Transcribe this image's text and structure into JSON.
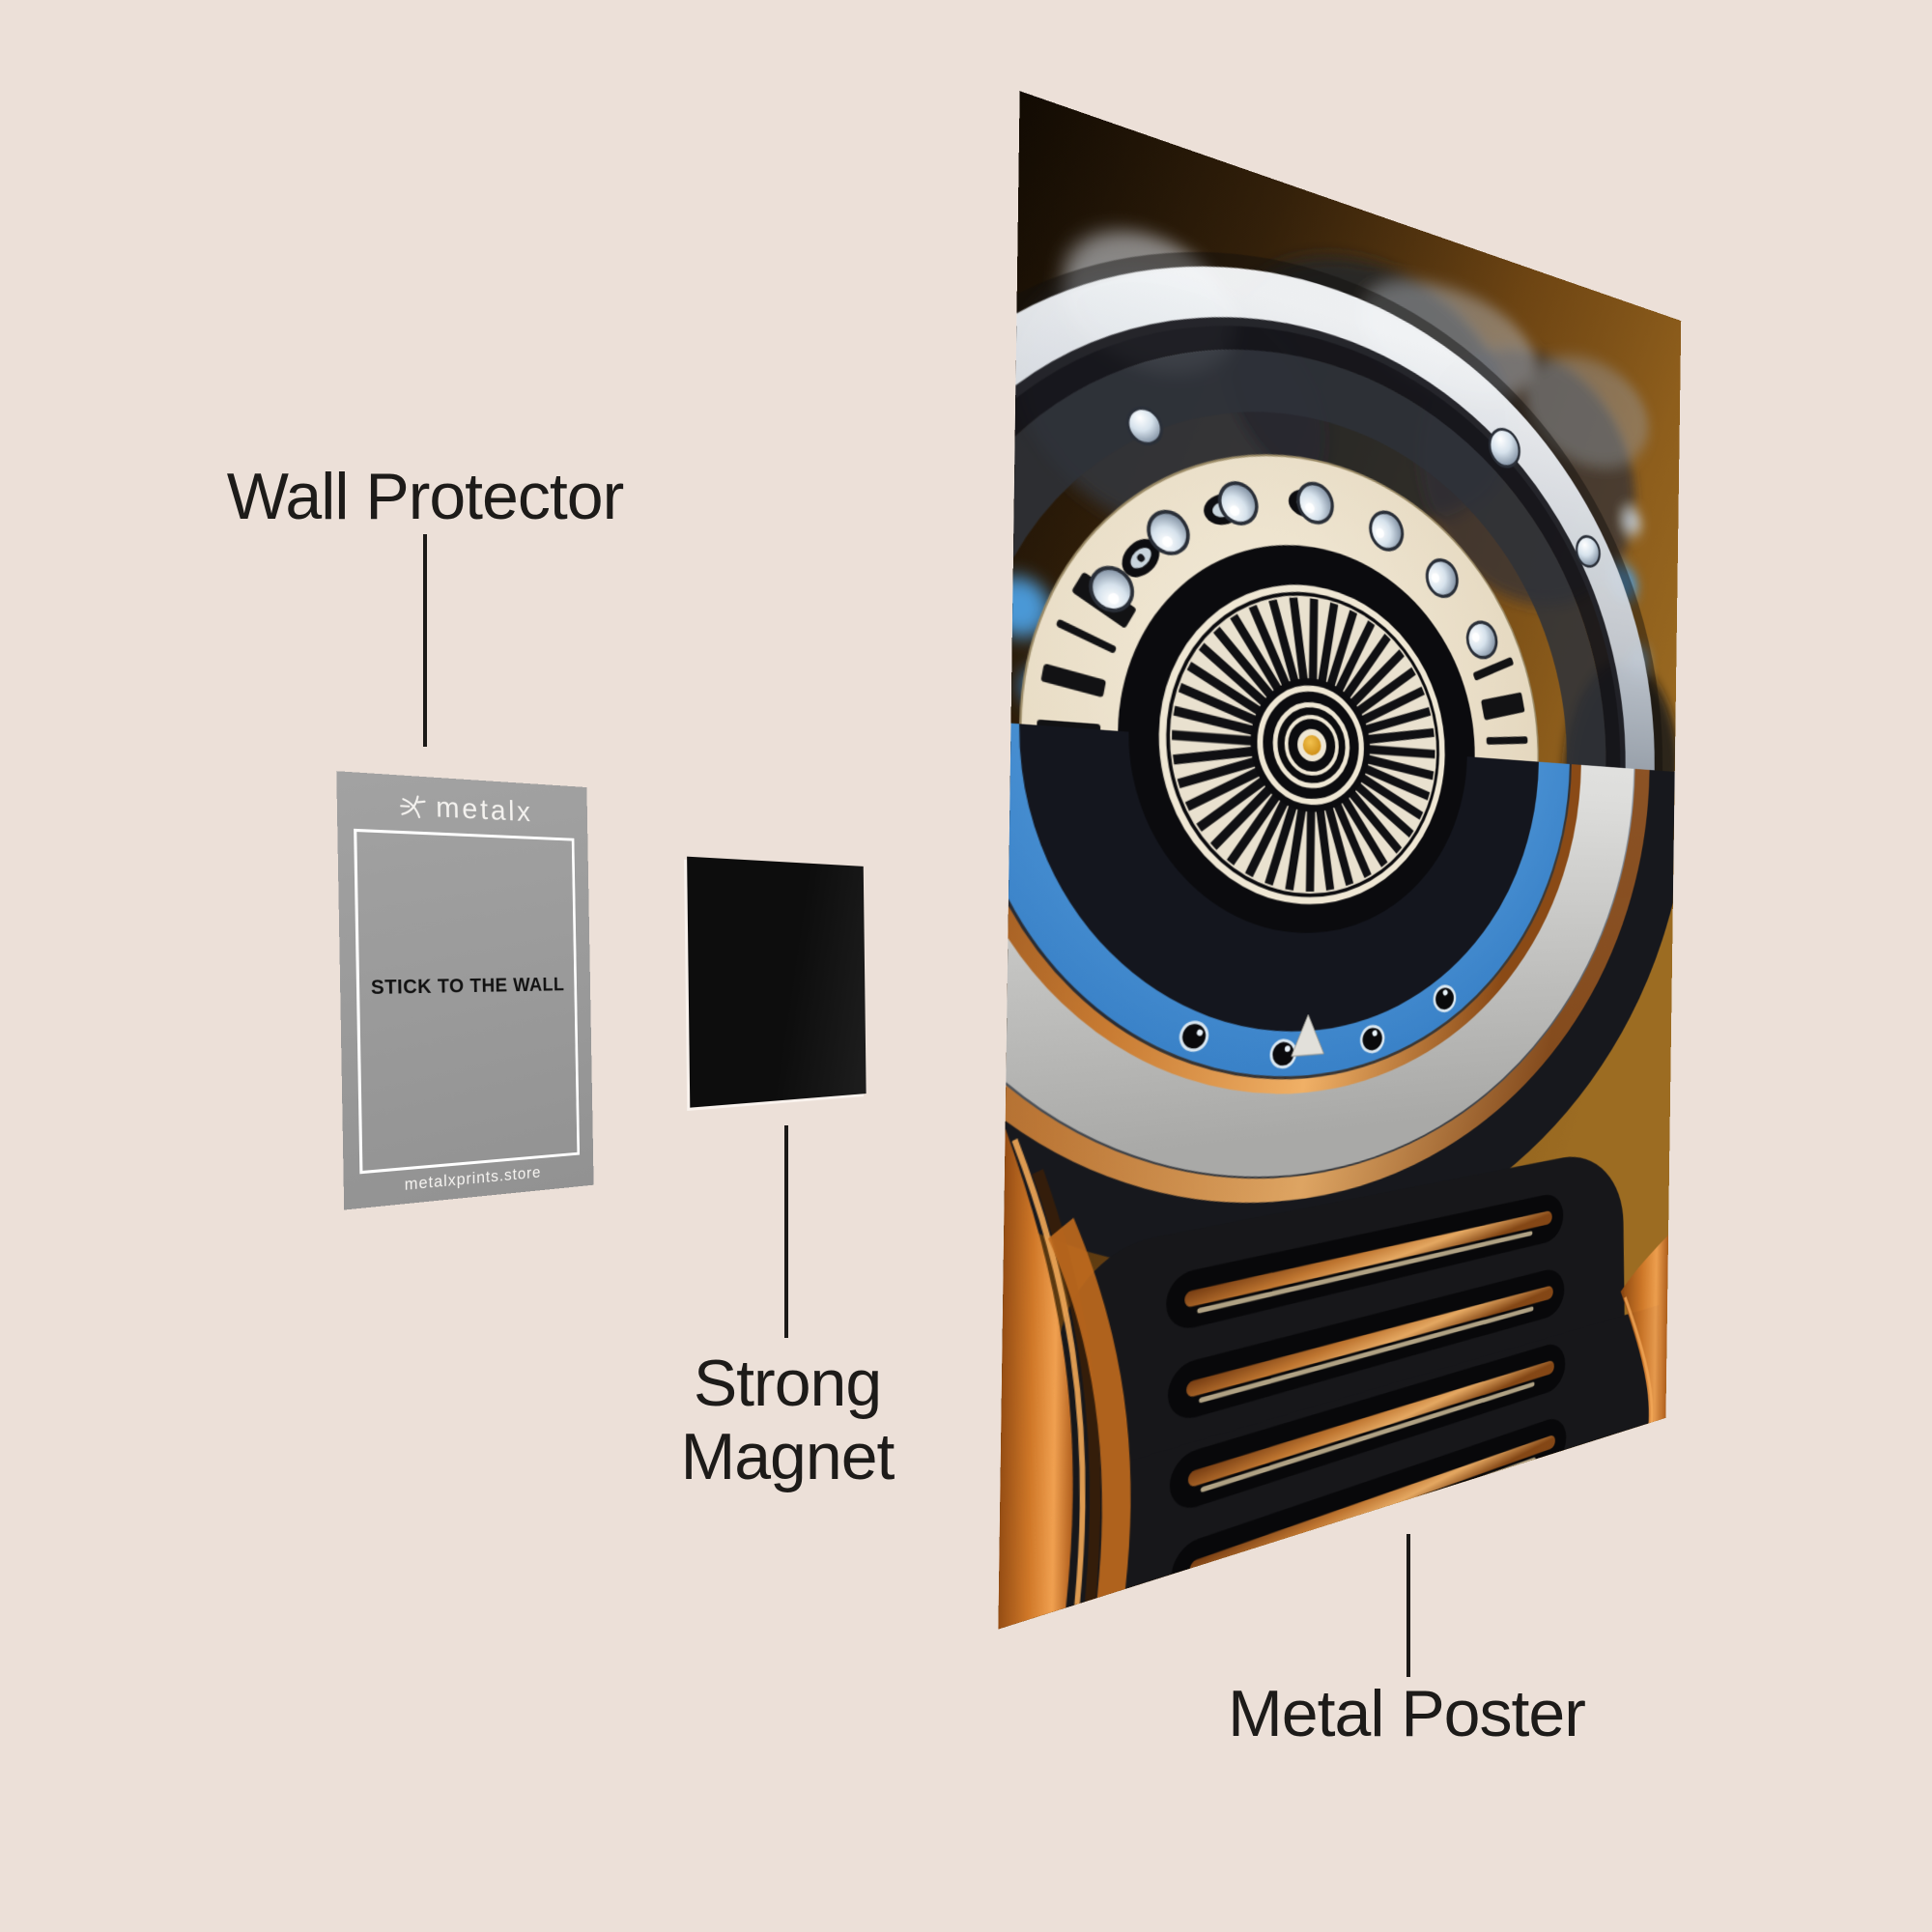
{
  "page": {
    "background_color": "#ECE0D8",
    "text_color": "#1D1B19"
  },
  "callouts": {
    "wall_protector": {
      "label": "Wall Protector"
    },
    "strong_magnet": {
      "label": "Strong Magnet"
    },
    "metal_poster": {
      "label": "Metal Poster"
    }
  },
  "wall_protector_card": {
    "brand": "metalx",
    "message": "STICK TO THE WALL",
    "website": "metalxprints.store",
    "surface_color": "#9B9B9B"
  },
  "magnet": {
    "surface_color": "#121212"
  },
  "poster": {
    "subject": "abstract mechanical watch movement artwork",
    "colors": {
      "background_brown": "#704612",
      "cream": "#EDE3CC",
      "copper": "#C87B32",
      "blue_accent": "#4C9EE0",
      "red_accent": "#D84A30",
      "gold_center": "#D89A1E"
    }
  }
}
